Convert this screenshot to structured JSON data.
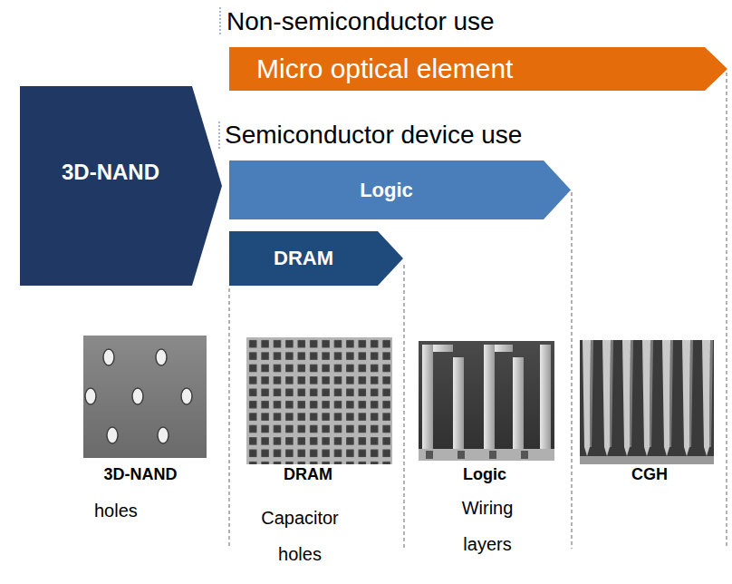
{
  "diagram": {
    "nodes": [
      {
        "text": [
          "3D-NAND"
        ]
      },
      {
        "text": [
          "Micro optical element"
        ]
      },
      {
        "text": [
          "Logic"
        ]
      },
      {
        "text": [
          "DRAM"
        ]
      }
    ],
    "labels": [
      "Non-semiconductor use",
      "Semiconductor device use",
      "3D-NAND",
      "holes",
      "DRAM",
      "Capacitor holes",
      "Logic",
      "Wiring layers",
      "CGH"
    ]
  }
}
